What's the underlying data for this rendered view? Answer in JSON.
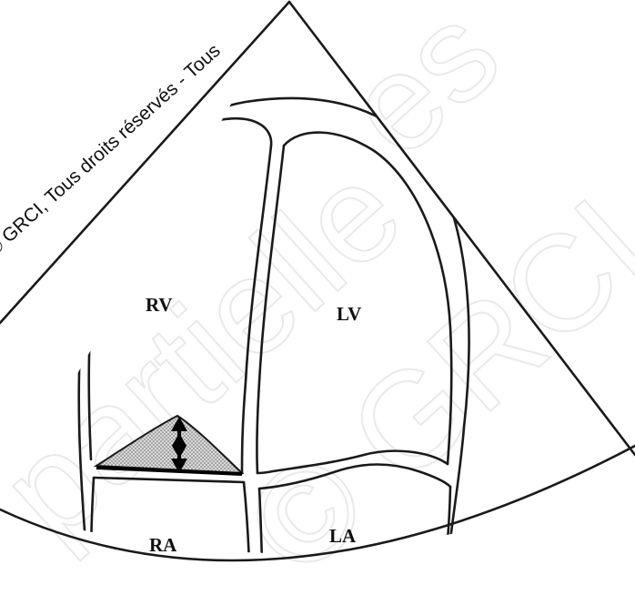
{
  "labels": {
    "rv": "RV",
    "lv": "LV",
    "ra": "RA",
    "la": "LA"
  },
  "watermark": {
    "diagonal_text": "© GRCI, Tous droits réservés - Tous",
    "background_text_1": "partielle",
    "background_text_2": "© GRCI",
    "background_text_3": "es"
  },
  "colors": {
    "ink": "#1a1a1a",
    "shaded_area": "#bdbdbd",
    "watermark": "#e9e9e9"
  }
}
